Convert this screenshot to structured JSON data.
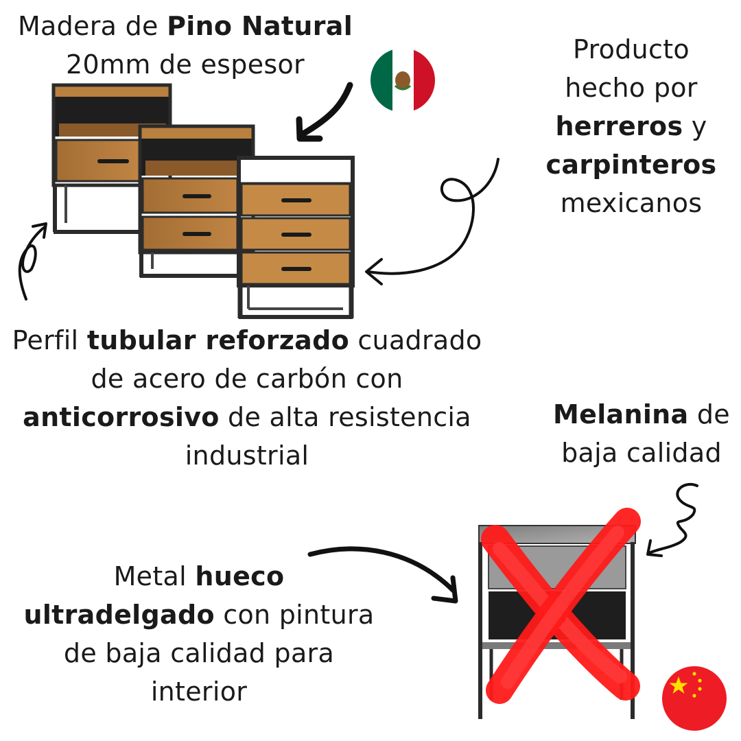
{
  "pine_caption": {
    "prefix": "Madera de ",
    "bold": "Pino Natural",
    "line2": "20mm de espesor"
  },
  "maker_caption": {
    "line1": "Producto",
    "line2": "hecho por",
    "bold1": "herreros",
    "conj": " y",
    "bold2": "carpinteros",
    "line5": "mexicanos"
  },
  "steel_caption": {
    "prefix": "Perfil ",
    "bold1": "tubular reforzado",
    "mid1": " cuadrado",
    "line2": "de acero de carbón con",
    "bold2": "anticorrosivo",
    "mid2": " de alta resistencia",
    "line4": "industrial"
  },
  "melamine_caption": {
    "bold": "Melanina",
    "suffix": " de",
    "line2": "baja calidad"
  },
  "metal_caption": {
    "prefix": "Metal ",
    "bold1": "hueco",
    "bold2": "ultradelgado",
    "mid": " con pintura",
    "line3": "de baja calidad para",
    "line4": "interior"
  },
  "colors": {
    "wood": "#b07a3c",
    "wood_light": "#c58b46",
    "frame": "#2b2b2b",
    "mexico_green": "#006847",
    "mexico_red": "#ce1126",
    "china_red": "#ee1c25",
    "china_star": "#ffde00",
    "cross_red": "#ff1a1a",
    "cheap_gray": "#8e8e8e"
  },
  "icons": [
    "mexico-flag-icon",
    "china-flag-icon",
    "red-x-icon",
    "hand-drawn-arrow-icon"
  ]
}
